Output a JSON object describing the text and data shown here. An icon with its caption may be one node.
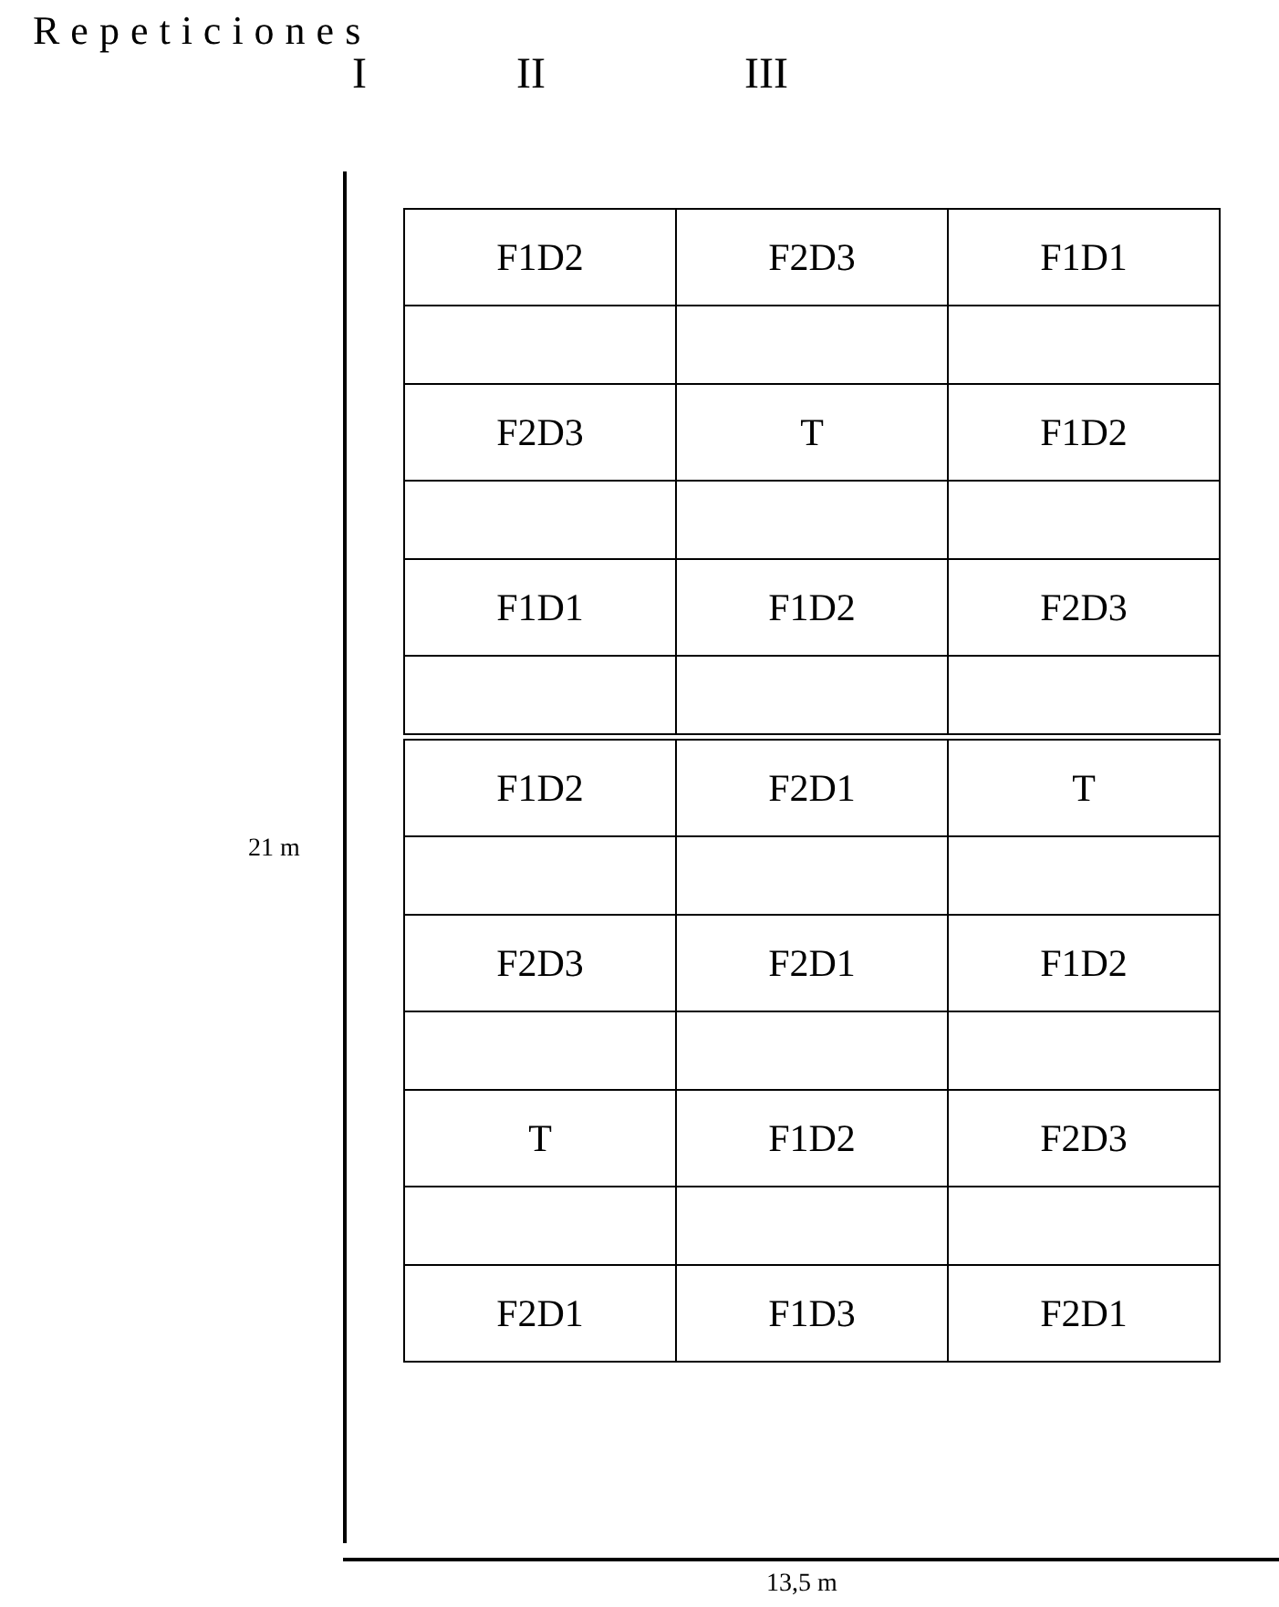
{
  "diagram": {
    "labels": [
      "Repeticiones",
      "I",
      "II",
      "III",
      "F1D2",
      "F2D3",
      "F1D1",
      "F2D3",
      "T",
      "F1D2",
      "F1D1",
      "F1D2",
      "F2D3",
      "F1D2",
      "F2D1",
      "T",
      "F2D3",
      "F2D1",
      "F1D2",
      "T",
      "F1D2",
      "F2D3",
      "F2D1",
      "F1D3",
      "F2D1",
      "21 m",
      "13,5 m"
    ]
  }
}
